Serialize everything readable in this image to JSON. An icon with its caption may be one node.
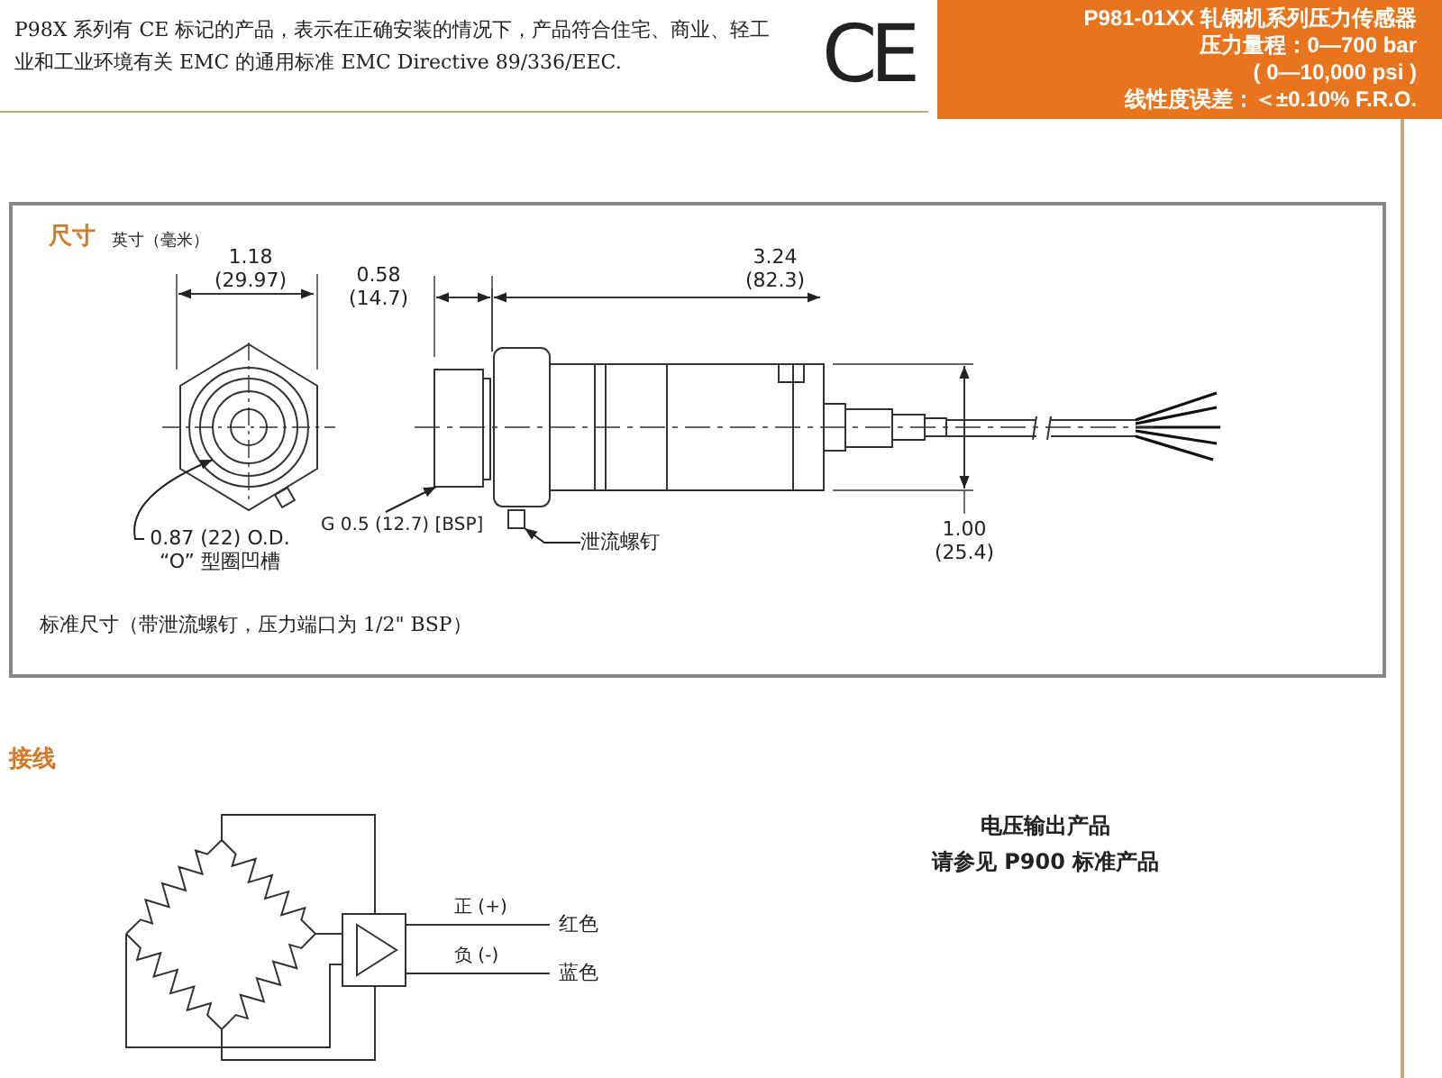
{
  "diagram": {
    "nodes": [
      {
        "text": [
          "0.87 (22) O.D. “O” 型圈凹槽"
        ]
      },
      {
        "text": [],
        "shape": "circle"
      },
      {
        "text": [
          "G 0.5 (12.7) [BSP]"
        ]
      },
      {
        "text": [],
        "shape": "box"
      },
      {
        "text": [
          "泄流螺钉"
        ]
      },
      {
        "text": [],
        "shape": "box"
      }
    ],
    "edges": [
      {
        "from": 0,
        "to": 1,
        "arrow": "to"
      },
      {
        "from": 2,
        "to": 3,
        "arrow": "to"
      },
      {
        "from": 4,
        "to": 5,
        "arrow": "to"
      }
    ],
    "labels": [
      "P98X 系列有 CE 标记的产品，表示在正确安装的情况下，产品符合住宅、商业、轻工业和工业环境有关 EMC 的通用标准 EMC Directive 89/336/EEC.",
      "CE",
      "P981-01XX 轧钢机系列压力传感器",
      "压力量程：0—700 bar",
      "( 0—10,000 psi )",
      "线性度误差：＜±0.10% F.R.O.",
      "尺寸",
      "英寸（毫米）",
      "1.18 (29.97)",
      "0.58 (14.7)",
      "3.24 (82.3)",
      "1.00 (25.4)",
      "标准尺寸（带泄流螺钉，压力端口为 1/2\" BSP）",
      "接线",
      "正 (+)",
      "红色",
      "负 (-)",
      "蓝色",
      "电压输出产品",
      "请参见 P900 标准产品"
    ]
  }
}
